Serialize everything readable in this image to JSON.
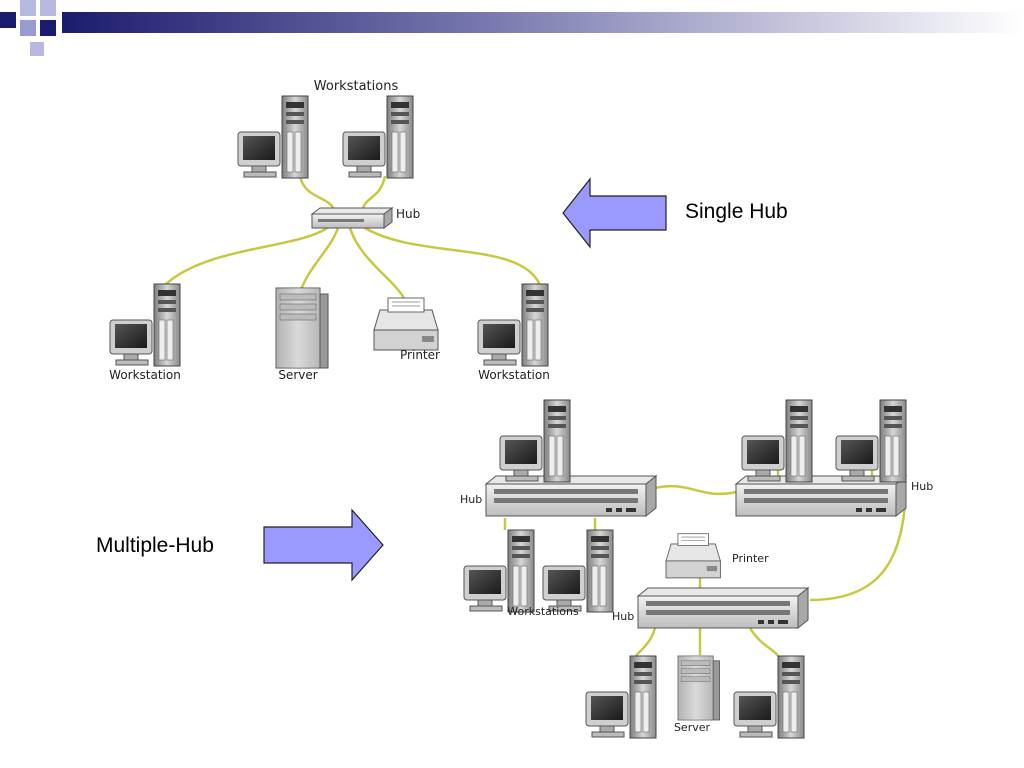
{
  "theme": {
    "header_dark": "#1c1c6e",
    "header_light": "#ffffff",
    "arrow_fill": "#9999ff",
    "cable": "#c8c840"
  },
  "top_diagram": {
    "workstations_label": "Workstations",
    "hub_label": "Hub",
    "workstation_left_label": "Workstation",
    "server_label": "Server",
    "printer_label": "Printer",
    "workstation_right_label": "Workstation"
  },
  "callouts": {
    "single_hub": "Single Hub",
    "multiple_hub": "Multiple-Hub"
  },
  "bottom_diagram": {
    "hub_left_label": "Hub",
    "hub_right_label": "Hub",
    "hub_bottom_label": "Hub",
    "printer_label": "Printer",
    "workstations_label": "Workstations",
    "server_label": "Server"
  }
}
